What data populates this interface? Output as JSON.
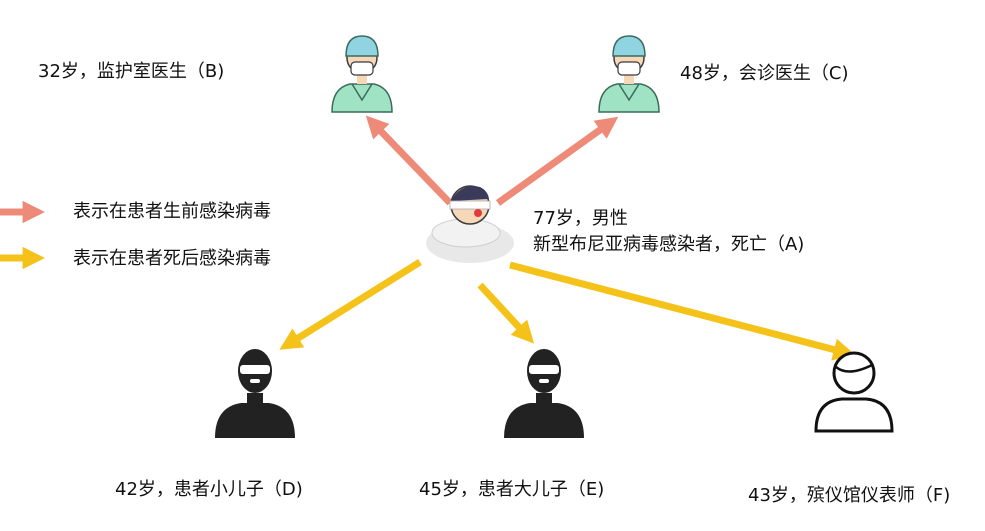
{
  "nodes": {
    "patient": {
      "line1": "77岁，男性",
      "line2": "新型布尼亚病毒感染者，死亡（A)",
      "icon": "patient-icon"
    },
    "b": {
      "label": "32岁，监护室医生（B)",
      "icon": "doctor-icon"
    },
    "c": {
      "label": "48岁，会诊医生（C)",
      "icon": "doctor-icon"
    },
    "d": {
      "label": "42岁，患者小儿子（D)",
      "icon": "bearded-man-icon"
    },
    "e": {
      "label": "45岁，患者大儿子（E)",
      "icon": "bearded-man-icon"
    },
    "f": {
      "label": "43岁，殡仪馆仪表师（F)",
      "icon": "person-outline-icon"
    }
  },
  "legend": [
    {
      "label": "表示在患者生前感染病毒",
      "color": "#ee8b78"
    },
    {
      "label": "表示在患者死后感染病毒",
      "color": "#f5c21a"
    }
  ],
  "colors": {
    "before_death": "#ee8b78",
    "after_death": "#f5c21a",
    "scrubs": "#9fe2c4",
    "cap": "#8fd4e0",
    "silhouette": "#222222"
  }
}
